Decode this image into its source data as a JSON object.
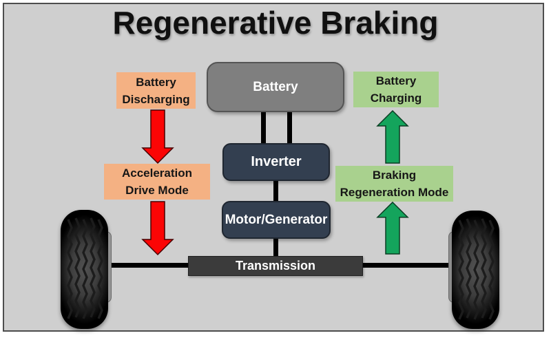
{
  "title": "Regenerative Braking",
  "powertrain": {
    "battery_label": "Battery",
    "inverter_label": "Inverter",
    "motor_generator_label": "Motor/Generator",
    "transmission_label": "Transmission"
  },
  "discharge_path": {
    "source_label": "Battery Discharging",
    "mode_label": "Acceleration Drive Mode",
    "arrow_direction": "down",
    "arrow_fill": "#fb0505",
    "arrow_stroke": "#460000",
    "box_fill": "#f4b183"
  },
  "charge_path": {
    "source_label": "Battery Charging",
    "mode_label": "Braking Regeneration Mode",
    "arrow_direction": "up",
    "arrow_fill": "#14a45c",
    "arrow_stroke": "#0a3d22",
    "box_fill": "#a9d18e"
  },
  "icons": {
    "left_wheel": "tire-icon",
    "right_wheel": "tire-icon"
  },
  "colors": {
    "canvas_background": "#cfcfcf",
    "canvas_border": "#4d4d4d",
    "battery_fill": "#7f7f7f",
    "inverter_fill": "#333f50",
    "motor_generator_fill": "#333f50",
    "transmission_fill": "#3b3b3b",
    "connector_line": "#000000",
    "title_text": "#101010",
    "node_text": "#ffffff",
    "sidebox_text": "#161616"
  }
}
